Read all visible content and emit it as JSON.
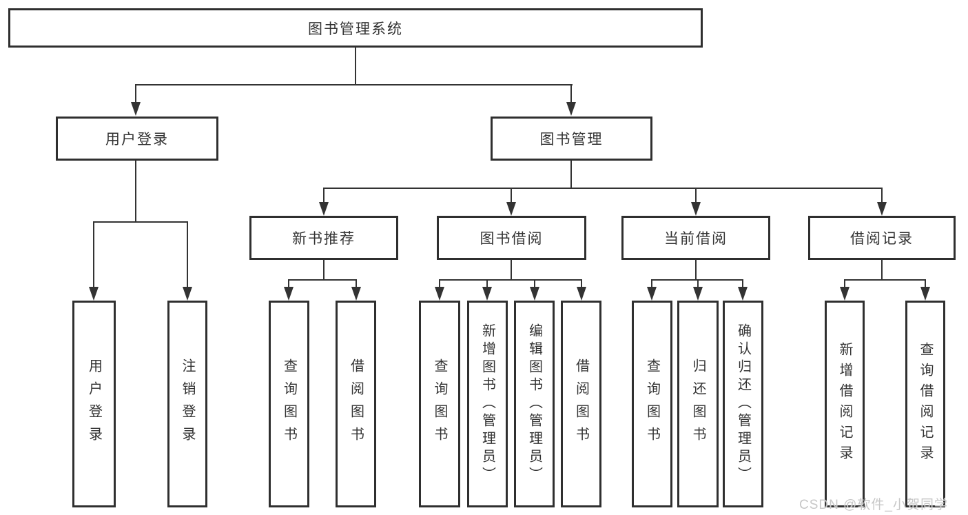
{
  "diagram": {
    "root": "图书管理系统",
    "level1": {
      "user_login": "用户登录",
      "book_mgmt": "图书管理"
    },
    "level2": {
      "new_books": "新书推荐",
      "book_borrow": "图书借阅",
      "current_borrow": "当前借阅",
      "borrow_records": "借阅记录"
    },
    "leaves": {
      "user_login": [
        "用户登录",
        "注销登录"
      ],
      "new_books": [
        "查询图书",
        "借阅图书"
      ],
      "book_borrow": [
        "查询图书",
        "新增图书（管理员）",
        "编辑图书（管理员）",
        "借阅图书"
      ],
      "current_borrow": [
        "查询图书",
        "归还图书",
        "确认归还（管理员）"
      ],
      "borrow_records": [
        "新增借阅记录",
        "查询借阅记录"
      ]
    },
    "colors": {
      "line": "#333333",
      "border": "#2f2f2f",
      "text": "#333333"
    }
  },
  "watermark": "CSDN @软件_小贺同学"
}
